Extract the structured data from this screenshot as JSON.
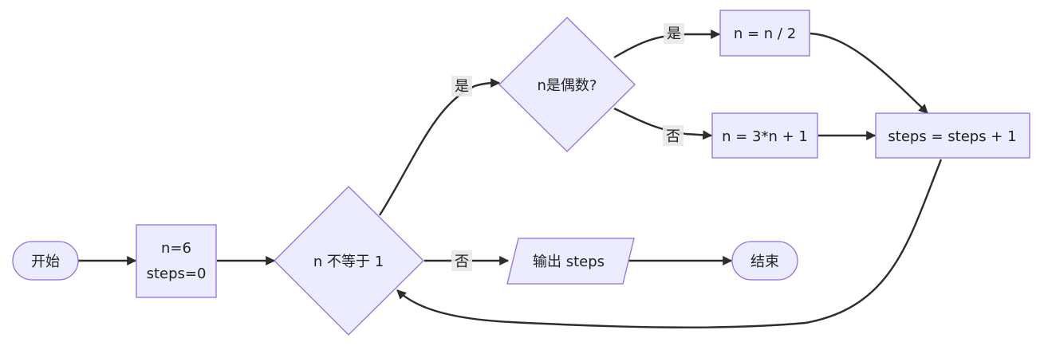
{
  "nodes": {
    "start": "开始",
    "init_line1": "n=6",
    "init_line2": "steps=0",
    "loop_cond": "n 不等于 1",
    "even_check": "n是偶数?",
    "halve": "n = n / 2",
    "triple": "n = 3*n + 1",
    "increment": "steps = steps + 1",
    "output": "输出 steps",
    "end": "结束"
  },
  "edges": {
    "cond_yes": "是",
    "cond_no": "否",
    "even_yes": "是",
    "even_no": "否"
  },
  "colors": {
    "node_fill": "#ececff",
    "node_stroke": "#9370db",
    "edge": "#2d2d2d"
  }
}
